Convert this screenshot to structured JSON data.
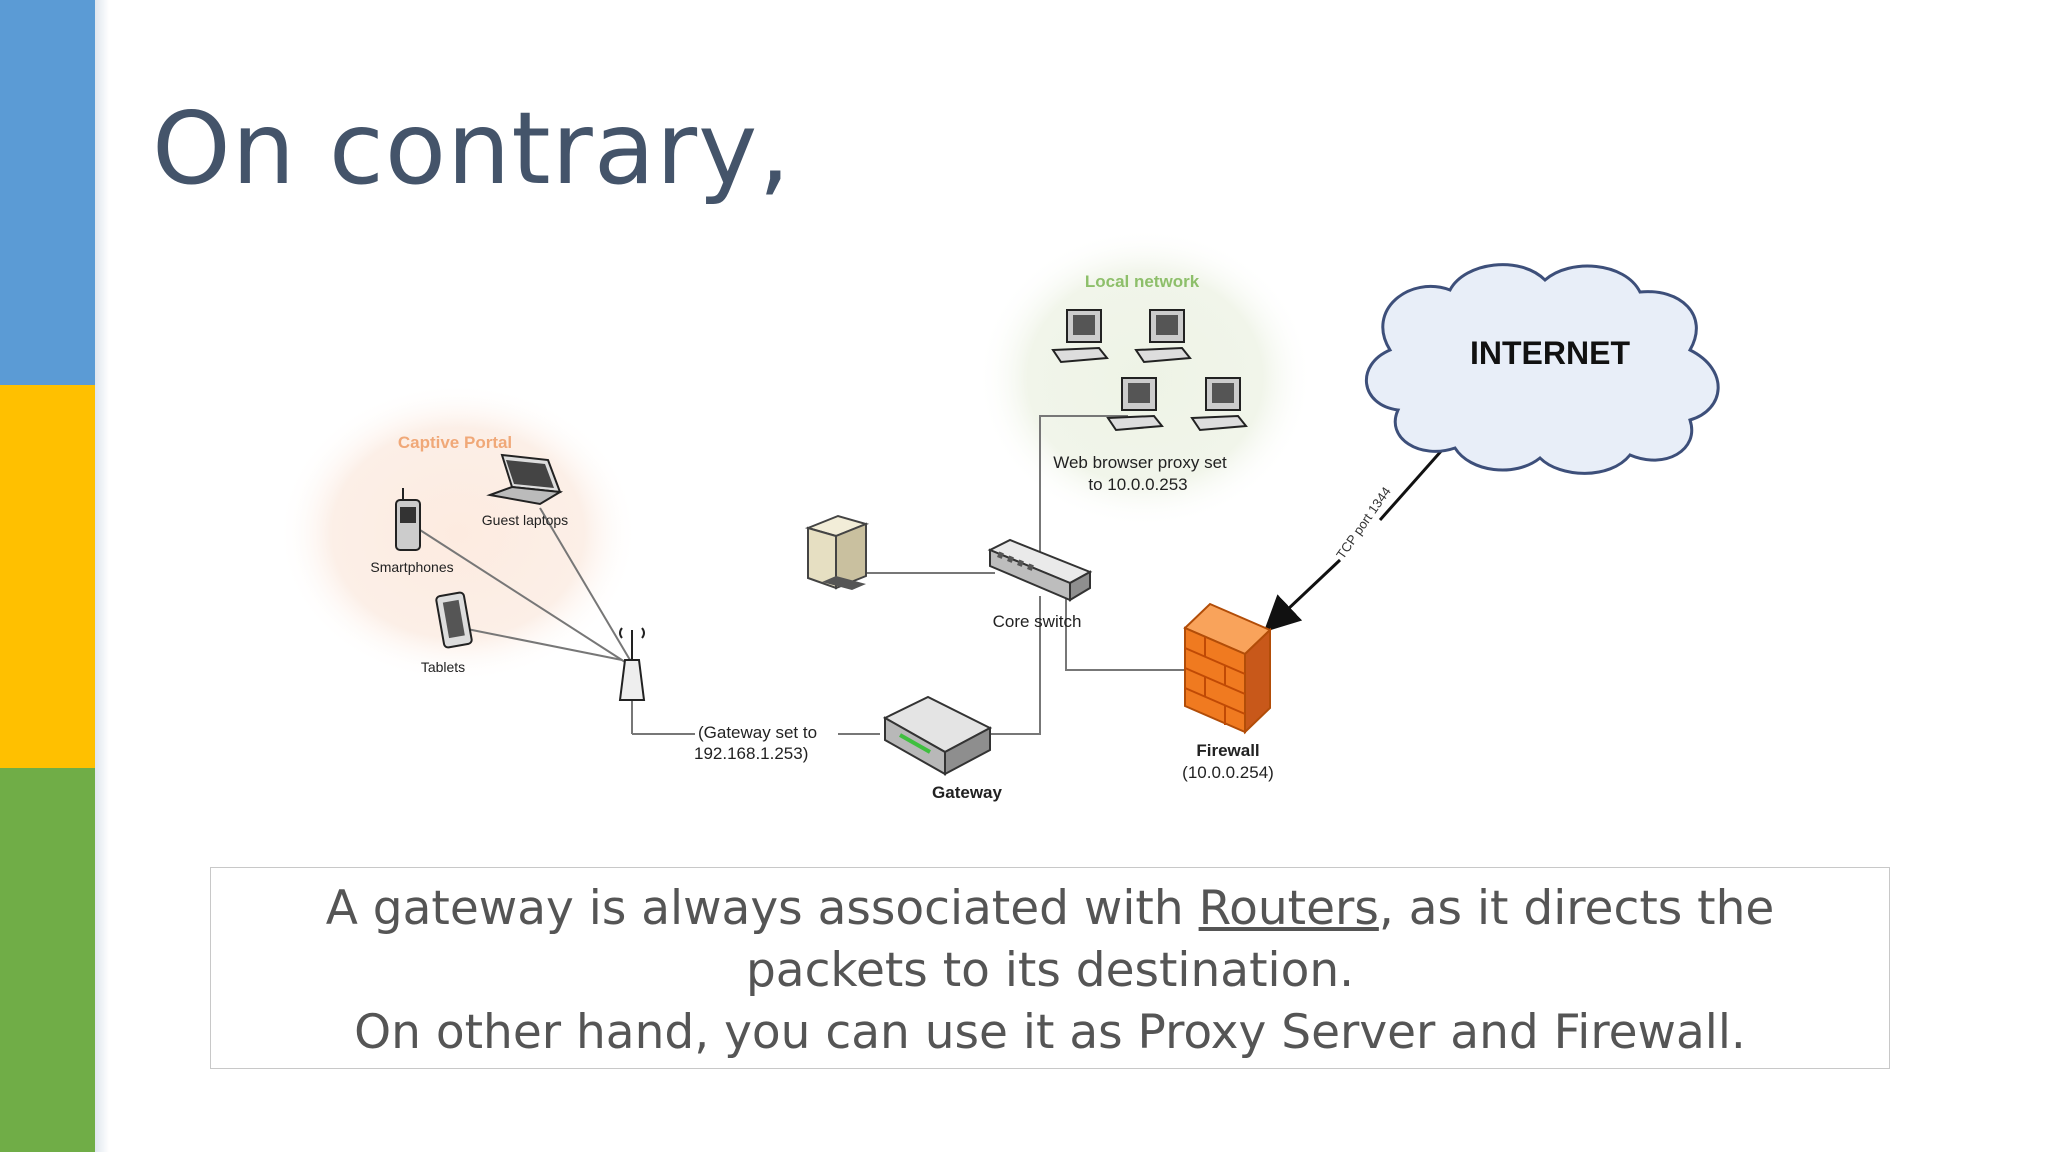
{
  "slide": {
    "title": "On contrary,",
    "band_colors": [
      "#5b9bd5",
      "#ffc000",
      "#70ad47"
    ]
  },
  "diagram": {
    "captive_portal": {
      "label": "Captive Portal",
      "devices": {
        "laptops": "Guest laptops",
        "phones": "Smartphones",
        "tablets": "Tablets"
      }
    },
    "local_network": {
      "label": "Local network",
      "proxy_line1": "Web browser proxy set",
      "proxy_line2": "to 10.0.0.253"
    },
    "internet": {
      "label": "INTERNET"
    },
    "tcp_label": "TCP port 1344",
    "core_switch": "Core switch",
    "gateway": "Gateway",
    "gateway_note_line1": "(Gateway set to",
    "gateway_note_line2": "192.168.1.253)",
    "firewall": {
      "label": "Firewall",
      "address": "(10.0.0.254)"
    },
    "colors": {
      "captive_label": "#f0a878",
      "local_label": "#8dbf6a",
      "firewall": "#f07a20",
      "cloud": "#e8eef8"
    }
  },
  "caption": {
    "line1_pre": "A gateway is always associated with ",
    "line1_link": "Routers",
    "line1_post": ", as it directs the",
    "line2": "packets to its destination.",
    "line3": "On other hand, you can use it as Proxy Server and Firewall."
  }
}
